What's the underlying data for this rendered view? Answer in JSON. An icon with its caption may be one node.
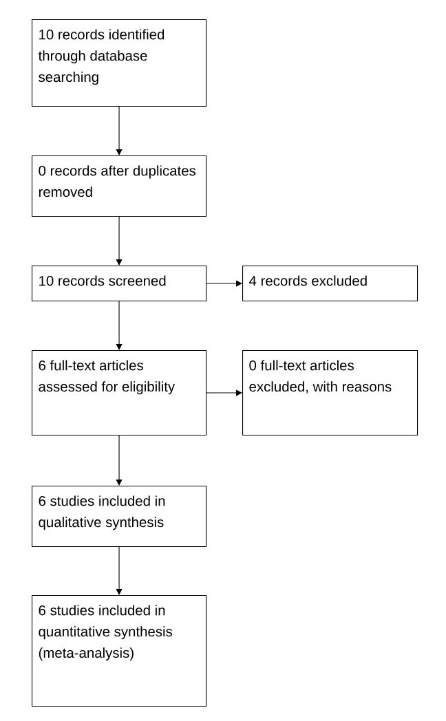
{
  "diagram": {
    "nodes": [
      {
        "text": [
          "10 records identified through database searching"
        ]
      },
      {
        "text": [
          "0 records after duplicates removed"
        ]
      },
      {
        "text": [
          "10 records screened"
        ]
      },
      {
        "text": [
          "4 records excluded"
        ]
      },
      {
        "text": [
          "6 full-text articles assessed for eligibility"
        ]
      },
      {
        "text": [
          "0 full-text articles excluded, with reasons"
        ]
      },
      {
        "text": [
          "6 studies included in qualitative synthesis"
        ]
      },
      {
        "text": [
          "6 studies included in quantitative synthesis (meta-analysis)"
        ]
      }
    ],
    "edges": [
      {
        "from": 0,
        "to": 1,
        "arrow": "to"
      },
      {
        "from": 1,
        "to": 2,
        "arrow": "to"
      },
      {
        "from": 2,
        "to": 3,
        "arrow": "to"
      },
      {
        "from": 2,
        "to": 4,
        "arrow": "to"
      },
      {
        "from": 4,
        "to": 5,
        "arrow": "to"
      },
      {
        "from": 4,
        "to": 6,
        "arrow": "to"
      },
      {
        "from": 6,
        "to": 7,
        "arrow": "to"
      }
    ]
  }
}
